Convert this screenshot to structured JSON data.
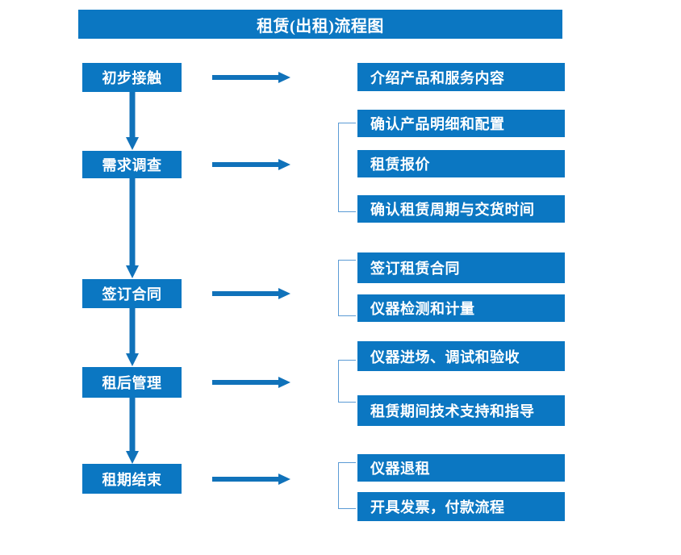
{
  "title": "租赁(出租)流程图",
  "colors": {
    "box_fill": "#0b77c2",
    "box_text": "#ffffff",
    "arrow": "#1072ba",
    "bracket": "#5b9bd5",
    "background": "#ffffff"
  },
  "stages": [
    {
      "label": "初步接触"
    },
    {
      "label": "需求调查"
    },
    {
      "label": "签订合同"
    },
    {
      "label": "租后管理"
    },
    {
      "label": "租期结束"
    }
  ],
  "groups": [
    {
      "stage": "初步接触",
      "bracket": false,
      "details": [
        {
          "label": "介绍产品和服务内容"
        }
      ]
    },
    {
      "stage": "需求调查",
      "bracket": true,
      "details": [
        {
          "label": "确认产品明细和配置"
        },
        {
          "label": "租赁报价"
        },
        {
          "label": "确认租赁周期与交货时间"
        }
      ]
    },
    {
      "stage": "签订合同",
      "bracket": true,
      "details": [
        {
          "label": "签订租赁合同"
        },
        {
          "label": "仪器检测和计量"
        }
      ]
    },
    {
      "stage": "租后管理",
      "bracket": true,
      "details": [
        {
          "label": "仪器进场、调试和验收"
        },
        {
          "label": "租赁期间技术支持和指导"
        }
      ]
    },
    {
      "stage": "租期结束",
      "bracket": true,
      "details": [
        {
          "label": "仪器退租"
        },
        {
          "label": "开具发票，付款流程"
        }
      ]
    }
  ],
  "connectors": {
    "horizontal_arrows": 5,
    "vertical_arrows": 4,
    "direction_horizontal": "right",
    "direction_vertical": "down"
  }
}
